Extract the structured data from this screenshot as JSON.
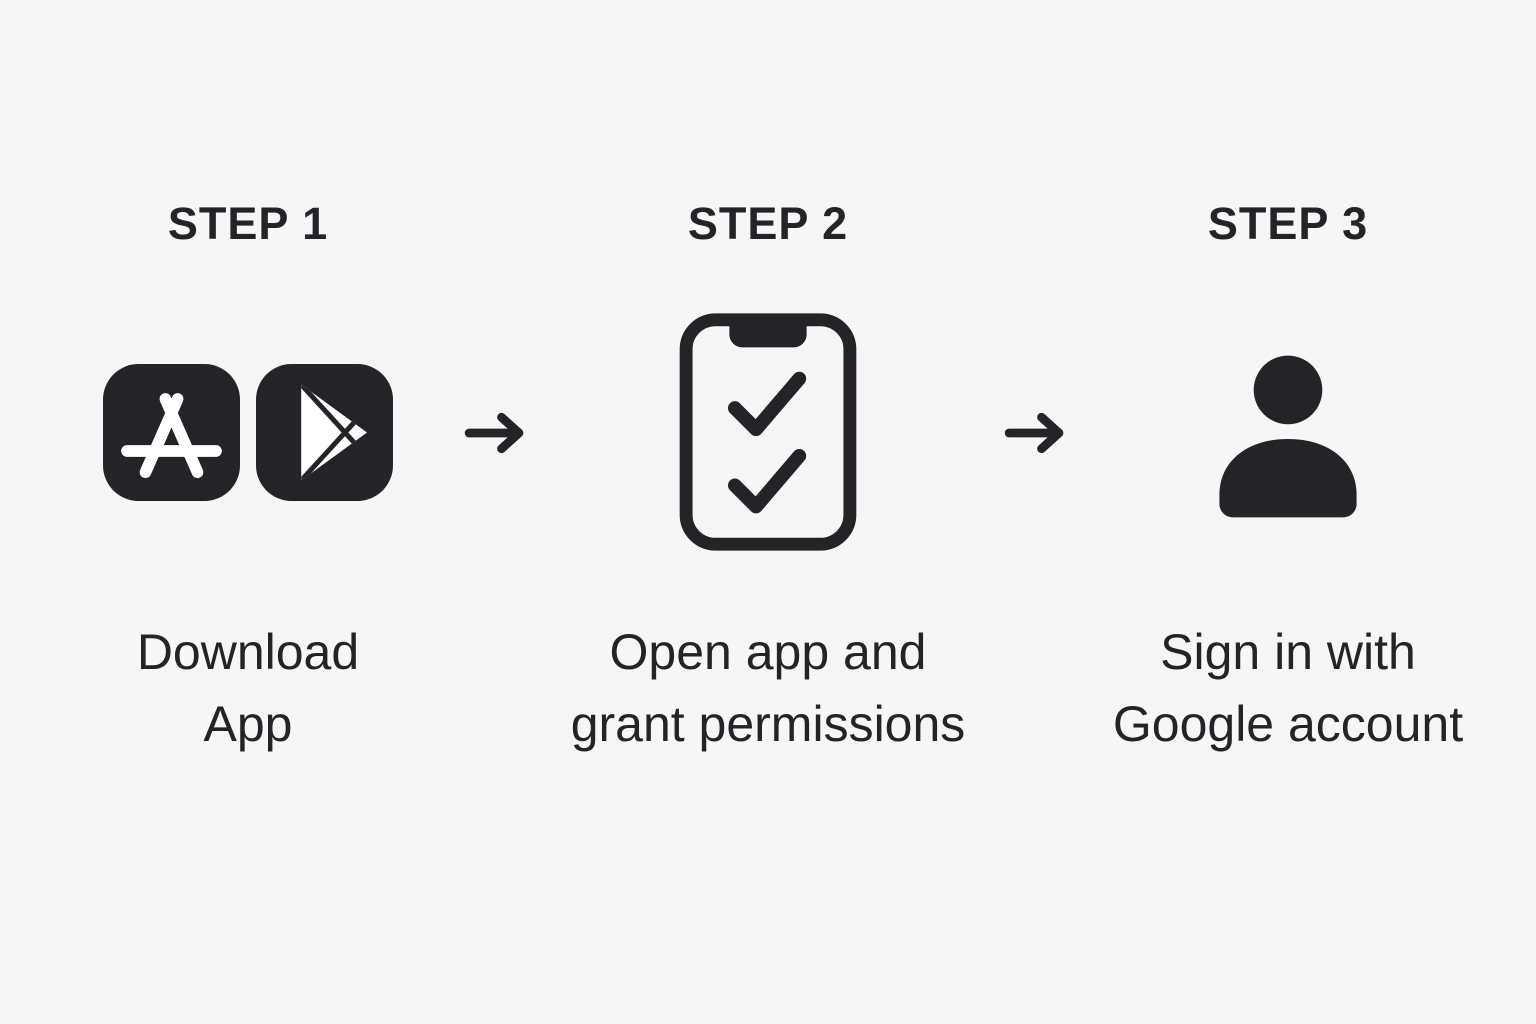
{
  "colors": {
    "background": "#f6f6f6",
    "ink": "#242428",
    "icon_glyph": "#ffffff"
  },
  "steps": [
    {
      "heading": "STEP 1",
      "icons": [
        "app-store-icon",
        "google-play-icon"
      ],
      "label_lines": [
        "Download",
        "App"
      ]
    },
    {
      "heading": "STEP 2",
      "icons": [
        "phone-checklist-icon"
      ],
      "label_lines": [
        "Open app and",
        "grant permissions"
      ]
    },
    {
      "heading": "STEP 3",
      "icons": [
        "user-icon"
      ],
      "label_lines": [
        "Sign in with",
        "Google account"
      ]
    }
  ],
  "arrows": [
    "right-arrow",
    "right-arrow"
  ]
}
